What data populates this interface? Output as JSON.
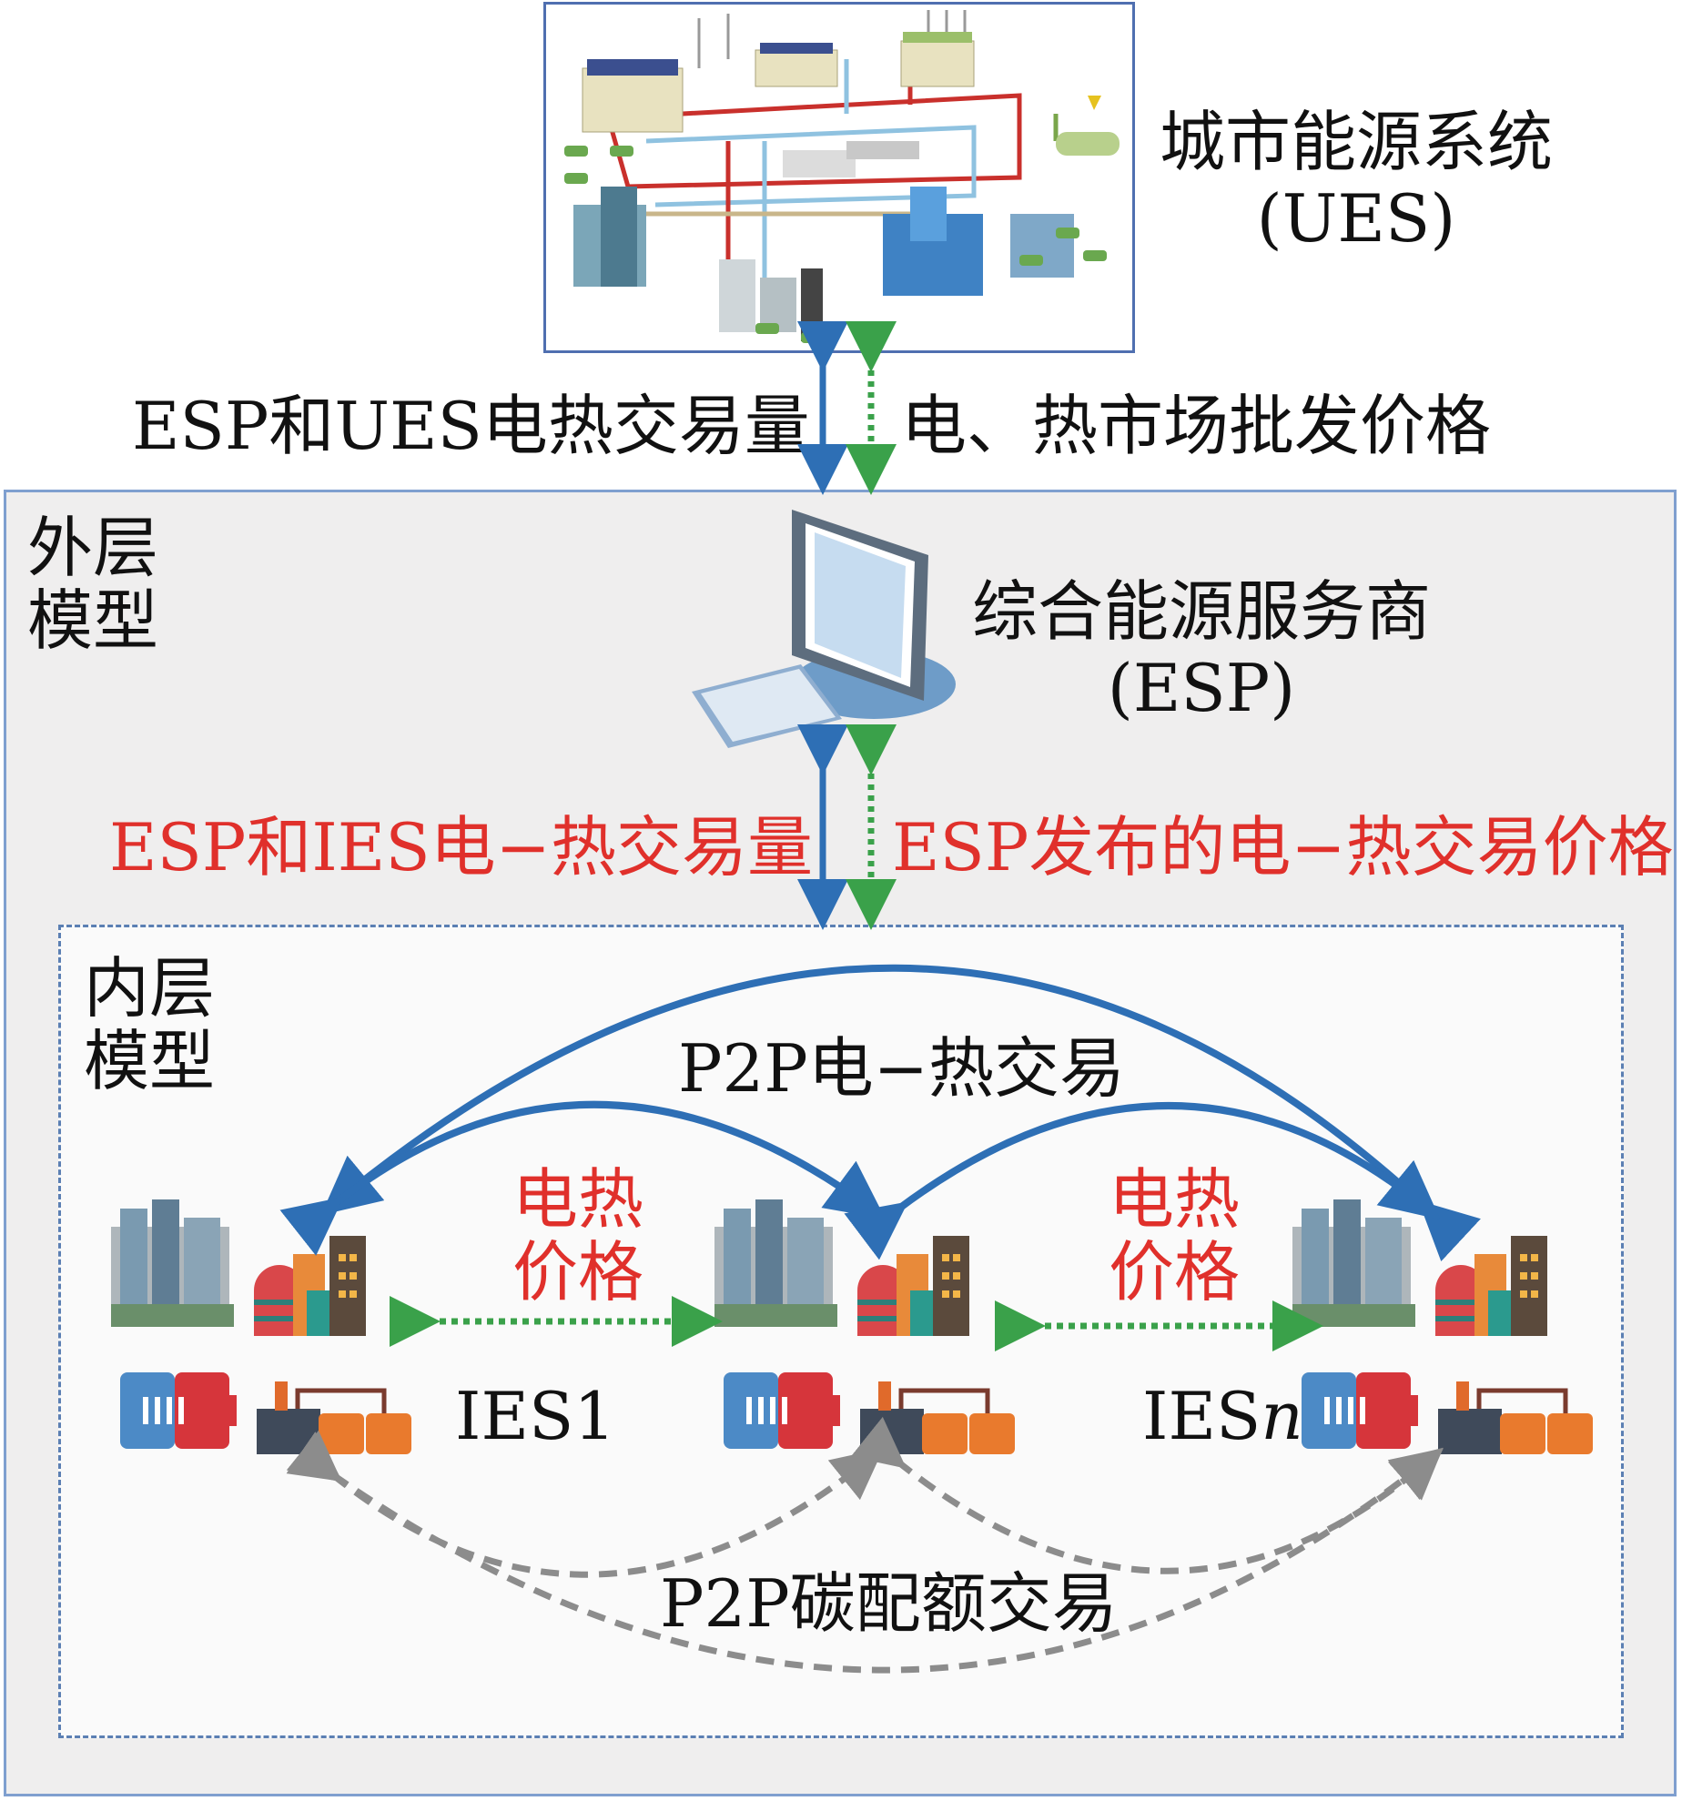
{
  "ues": {
    "title": "城市能源系统",
    "abbr": "(UES)"
  },
  "top_link": {
    "left": "ESP和UES电热交易量",
    "right": "电、热市场批发价格"
  },
  "outer": {
    "label_line1": "外层",
    "label_line2": "模型"
  },
  "esp": {
    "title": "综合能源服务商",
    "abbr": "(ESP)"
  },
  "mid_link": {
    "left": "ESP和IES电−热交易量",
    "right": "ESP发布的电−热交易价格"
  },
  "inner": {
    "label_line1": "内层",
    "label_line2": "模型"
  },
  "p2p_energy": "P2P电−热交易",
  "price_label": {
    "line1": "电热",
    "line2": "价格"
  },
  "ies": {
    "first": "IES1",
    "last_prefix": "IES",
    "last_suffix": "n"
  },
  "p2p_carbon": "P2P碳配额交易",
  "colors": {
    "blue_arrow": "#2e6fb5",
    "green_arrow": "#3aa14a",
    "gray_arrow": "#8c8c8c",
    "red_text": "#e0302b",
    "frame": "#7f9fcf"
  }
}
